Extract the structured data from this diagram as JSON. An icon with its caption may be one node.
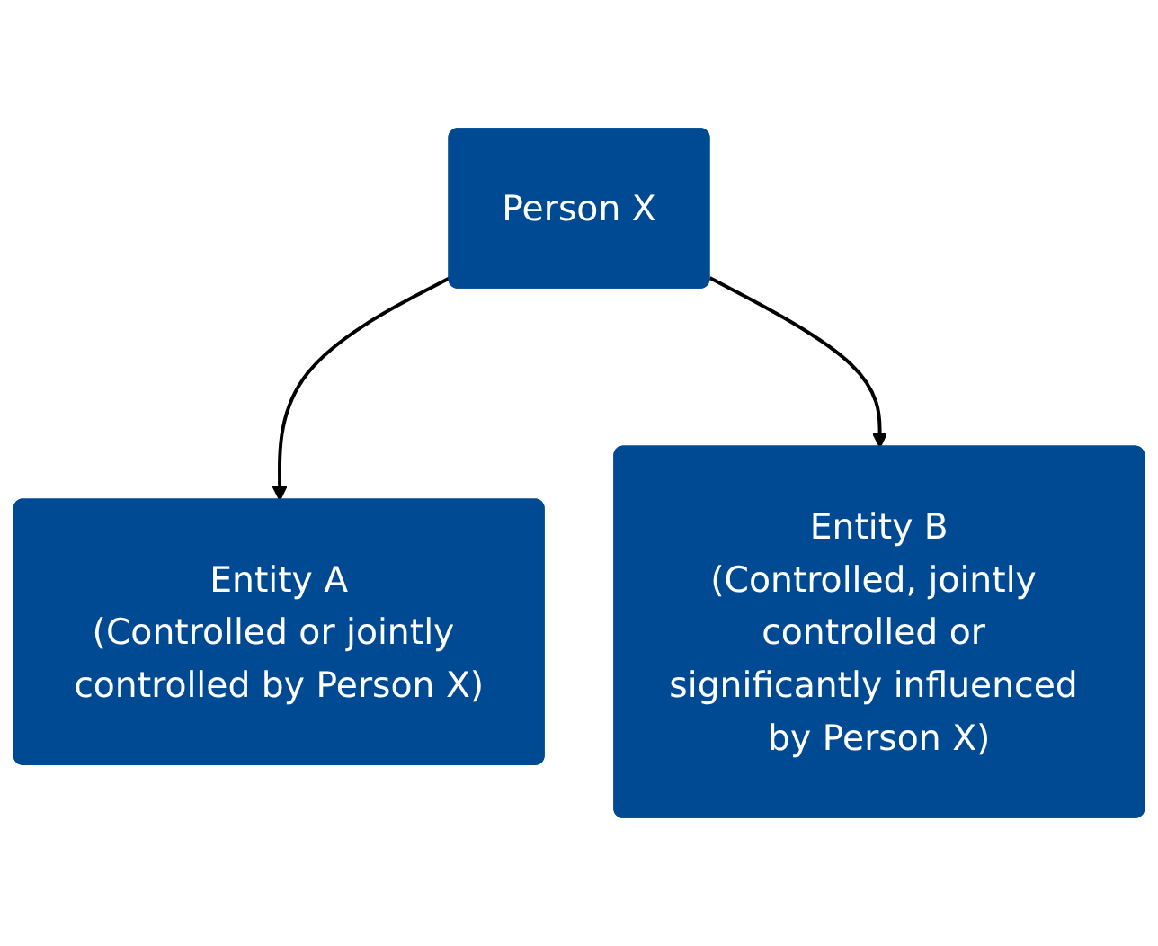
{
  "diagram": {
    "nodes": [
      {
        "text": [
          "Person X"
        ]
      },
      {
        "text": [
          "Entity A",
          "(Controlled or jointly controlled by Person X)"
        ]
      },
      {
        "text": [
          "Entity B",
          "(Controlled, jointly controlled or significantly influenced by Person X)"
        ]
      }
    ],
    "edges": [
      {
        "from": 0,
        "to": 1,
        "arrow": "to"
      },
      {
        "from": 0,
        "to": 2,
        "arrow": "to"
      }
    ]
  }
}
